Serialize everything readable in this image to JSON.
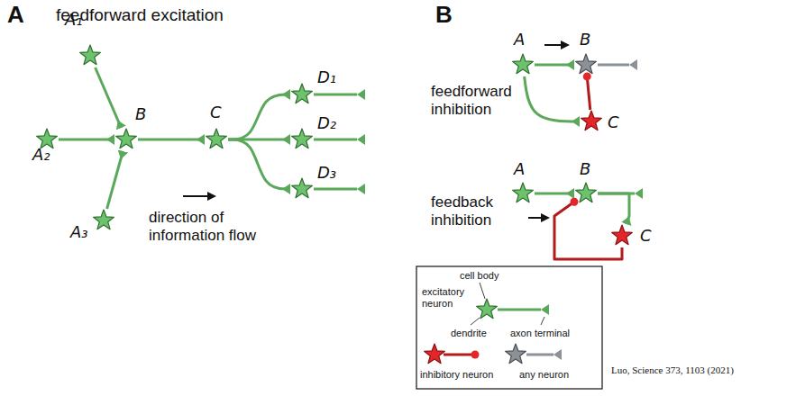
{
  "diagram": {
    "nodes": [
      {
        "text": [
          "A₁"
        ]
      },
      {
        "text": [
          "A₂"
        ]
      },
      {
        "text": [
          "A₃"
        ]
      },
      {
        "text": [
          "B"
        ]
      },
      {
        "text": [
          "C"
        ]
      },
      {
        "text": [
          "D₁"
        ]
      },
      {
        "text": [
          "D₂"
        ]
      },
      {
        "text": [
          "D₃"
        ]
      },
      {
        "text": [
          "A"
        ]
      },
      {
        "text": [
          "B"
        ]
      },
      {
        "text": [
          "C"
        ]
      },
      {
        "text": [
          "A"
        ]
      },
      {
        "text": [
          "B"
        ]
      },
      {
        "text": [
          "C"
        ]
      }
    ],
    "edges": [
      {
        "from": 0,
        "to": 3,
        "arrow": "to"
      },
      {
        "from": 1,
        "to": 3,
        "arrow": "to"
      },
      {
        "from": 2,
        "to": 3,
        "arrow": "to"
      },
      {
        "from": 3,
        "to": 4,
        "arrow": "to"
      },
      {
        "from": 4,
        "to": 5,
        "arrow": "to"
      },
      {
        "from": 4,
        "to": 6,
        "arrow": "to"
      },
      {
        "from": 4,
        "to": 7,
        "arrow": "to"
      },
      {
        "from": 8,
        "to": 9,
        "arrow": "to"
      },
      {
        "from": 8,
        "to": 10,
        "arrow": "to"
      },
      {
        "from": 10,
        "to": 9,
        "arrow": "to"
      },
      {
        "from": 11,
        "to": 12,
        "arrow": "to"
      },
      {
        "from": 12,
        "to": 13,
        "arrow": "to"
      },
      {
        "from": 13,
        "to": 12,
        "arrow": "to"
      }
    ],
    "labels": [
      "A",
      "feedforward excitation",
      "direction of information flow",
      "B",
      "feedforward inhibition",
      "feedback inhibition",
      "cell body",
      "dendrite",
      "axon terminal",
      "Luo, Science 373, 1103 (2021)"
    ],
    "legend": [
      {
        "text": "excitatory neuron"
      },
      {
        "text": "inhibitory neuron"
      },
      {
        "text": "any neuron"
      }
    ]
  }
}
